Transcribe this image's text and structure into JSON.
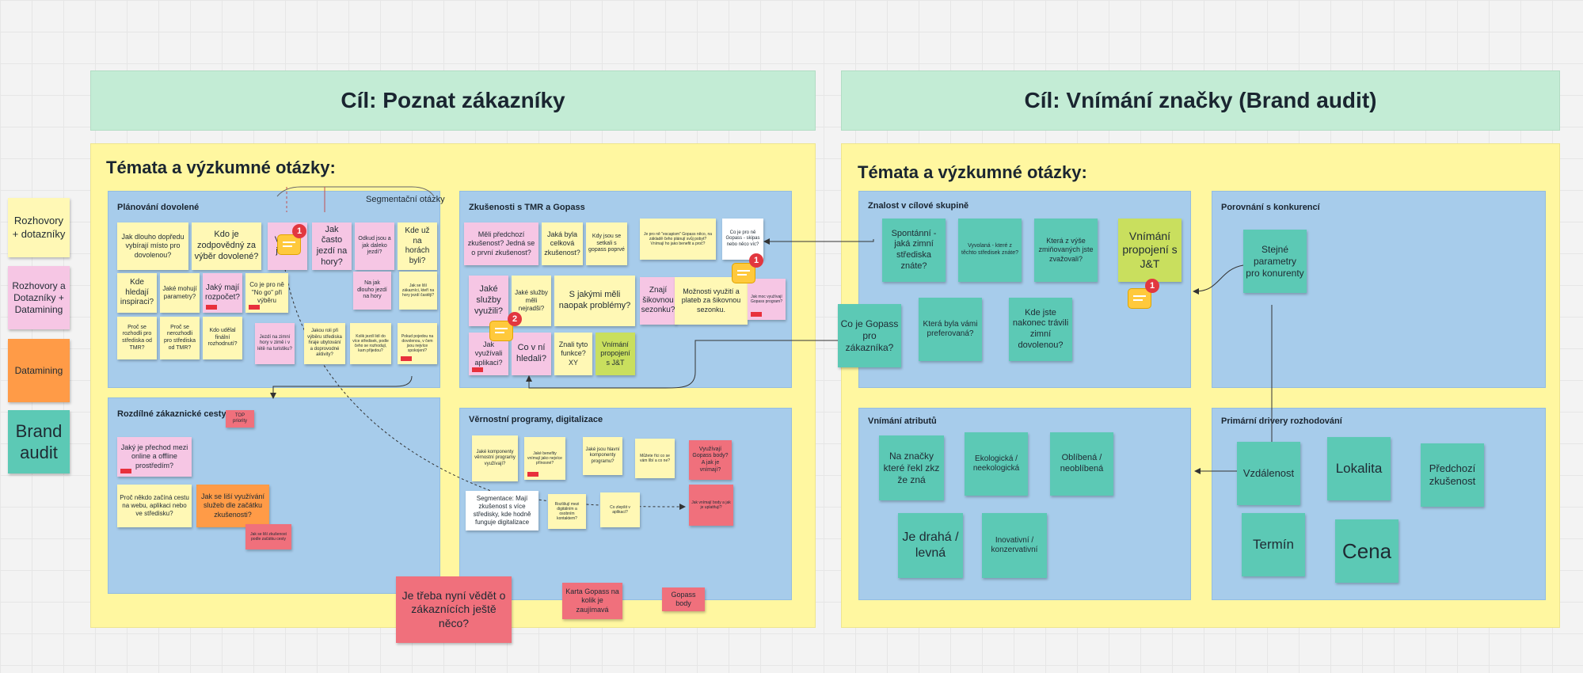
{
  "legend": [
    {
      "label": "Rozhovory + dotazníky",
      "color": "#fff8b5"
    },
    {
      "label": "Rozhovory a Dotazníky + Datamining",
      "color": "#f6c6e4"
    },
    {
      "label": "Datamining",
      "color": "#ff9b47"
    },
    {
      "label": "Brand audit",
      "color": "#5cc9b5"
    }
  ],
  "goals": {
    "left": "Cíl: Poznat zákazníky",
    "right": "Cíl: Vnímání značky (Brand audit)"
  },
  "boards": {
    "left_title": "Témata a výzkumné otázky:",
    "right_title": "Témata a výzkumné otázky:"
  },
  "panels": {
    "planovani": {
      "title": "Plánování dovolené",
      "subtitle": "Segmentační otázky"
    },
    "zkusenosti": {
      "title": "Zkušenosti s TMR a Gopass"
    },
    "cesty": {
      "title": "Rozdílné zákaznické cesty"
    },
    "vernost": {
      "title": "Věrnostní programy, digitalizace"
    },
    "znalost": {
      "title": "Znalost v cílové skupině"
    },
    "porovnani": {
      "title": "Porovnání s konkurencí"
    },
    "atributy": {
      "title": "Vnímání atributů"
    },
    "drivery": {
      "title": "Primární drivery rozhodování"
    }
  },
  "notes": {
    "pl1": "Jak dlouho dopředu vybírají místo pro dovolenou?",
    "pl2": "Kdo je zodpovědný za výběr dovolené?",
    "pl3": "V kolik jezdí?",
    "pl4": "Jak často jezdí na hory?",
    "pl5": "Odkud jsou a jak daleko jezdí?",
    "pl6": "Kde už na horách byli?",
    "pl7": "Kde hledají inspiraci?",
    "pl8": "Jaké mohují parametry?",
    "pl9": "Jaký mají rozpočet?",
    "pl10": "Co je pro ně \"No go\" při výběru",
    "pl11": "Na jak dlouho jezdí na hory",
    "pl12": "Jak se liší zákazníci, kteří na hory jezdí častěji?",
    "pl13": "Proč se rozhodli pro střediska od TMR?",
    "pl14": "Proč se nerozhodli pro střediska od TMR?",
    "pl15": "Kdo udělal finální rozhodnutí?",
    "pl16": "Jezdí na zimní hory v zimě i v létě na turistiku?",
    "pl17": "Jakou roli při výběru střediska hraje ubytování a doprovodné aktivity?",
    "pl18": "Kolik jezdí lidí do více středisek, podle čeho se rozhodují, kam přijedou?",
    "pl19": "Pokud pojedou na dovolenou, v čem jsou nejvíce spokojení?",
    "zk1": "Měli předchozí zkušenost? Jedná se o první zkušenost?",
    "zk2": "Jaká byla celková zkušenost?",
    "zk3": "Kdy jsou se setkali s gopass poprvé",
    "zk4": "Je pro ně \"escapism\" Gopass něco, na základě čeho plánují svůj pobyt? Vnímají ho jako benefit a proč?",
    "zk5": "Co je pro ně Gopass - skipas nebo něco víc?",
    "zk6": "Jaké služby využili?",
    "zk7": "Jaké služby měli nejradši?",
    "zk8": "S jakými měli naopak problémy?",
    "zk9": "Znají šikovnou sezonku?",
    "zk10": "Možnosti využití a plateb za šikovnou sezonku.",
    "zk11": "Jak moc využívají Gopass program?",
    "zk12": "Jak využívali aplikaci?",
    "zk13": "Co v ní hledali?",
    "zk14": "Znali tyto funkce? XY",
    "zk15": "Vnímání propojení s J&T",
    "ce1": "TOP priority",
    "ce2": "Jaký je přechod mezi online a offline prostředím?",
    "ce3": "Proč někdo začíná cestu na webu, aplikaci nebo ve středisku?",
    "ce4": "Jak se liší využívání služeb dle začátku zkušenosti?",
    "ce5": "Jak se liší zkušenost podle začátku cesty",
    "ve1": "Jaké komponenty věrnostní programy využívají?",
    "ve2": "Jaké benefity vnímají jako nejvíce přínosné?",
    "ve3": "Jaké jsou hlavní komponenty programu?",
    "ve4": "Můžete říci co se vám líbí a co ne?",
    "ve5": "Využívají Gopass body? A jak je vnímají?",
    "ve6": "Segmentace: Mají zkušenost s více středisky, kde hodně funguje digitalizace",
    "ve7": "Rozlišují mezi digitálním a osobním kontaktem?",
    "ve8": "Co zlepšit v aplikaci?",
    "ve9": "Jak vnímají body a jak je uplatňují?",
    "q1": "Je třeba nyní vědět o zákaznících ještě něco?",
    "q2": "Karta Gopass na kolik je zaujímavá",
    "q3": "Gopass body",
    "bz1": "Spontánní - jaká zimní střediska znáte?",
    "bz2": "Vyvolaná - které z těchto středisek znáte?",
    "bz3": "Která z výše zmiňovaných jste zvažovali?",
    "bz4": "Vnímání propojení s J&T",
    "bz5": "Která byla vámi preferovaná?",
    "bz6": "Kde jste nakonec trávili zimní dovolenou?",
    "bz7": "Co je Gopass pro zákazníka?",
    "bk1": "Stejné parametry pro konurenty",
    "ba1": "Na značky které řekl zkz že zná",
    "ba2": "Ekologická / neekologická",
    "ba3": "Oblíbená / neoblíbená",
    "ba4": "Je drahá / levná",
    "ba5": "Inovativní / konzervativní",
    "bd1": "Vzdálenost",
    "bd2": "Lokalita",
    "bd3": "Předchozí zkušenost",
    "bd4": "Termín",
    "bd5": "Cena"
  },
  "badges": {
    "b1": "1",
    "b2": "1",
    "b3": "2",
    "b4": "1"
  }
}
